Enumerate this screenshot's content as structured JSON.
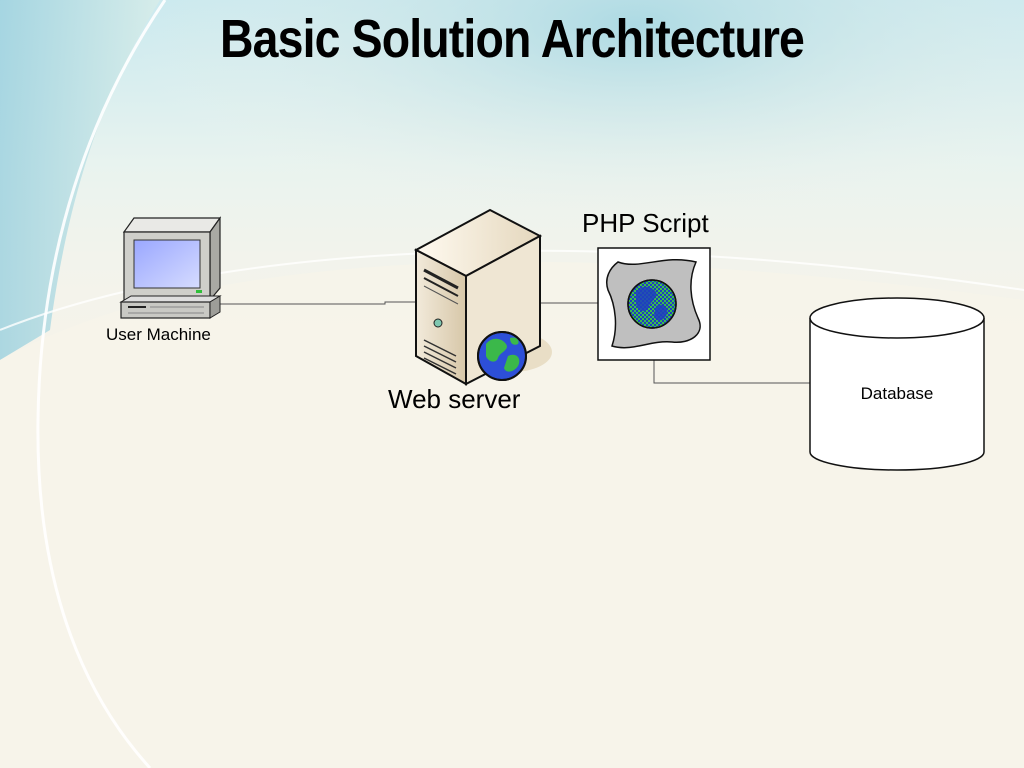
{
  "slide": {
    "title": "Basic Solution Architecture"
  },
  "nodes": {
    "user_machine": {
      "label": "User Machine",
      "icon": "computer-icon"
    },
    "web_server": {
      "label": "Web server",
      "icon": "web-server-icon"
    },
    "php_script": {
      "label": "PHP Script",
      "icon": "script-globe-icon"
    },
    "database": {
      "label": "Database",
      "icon": "database-cylinder"
    }
  },
  "colors": {
    "background": "#f6f4ec",
    "accent_blue": "#bfe3ea",
    "globe_blue": "#2d4fd8",
    "globe_green": "#3bb84a"
  }
}
